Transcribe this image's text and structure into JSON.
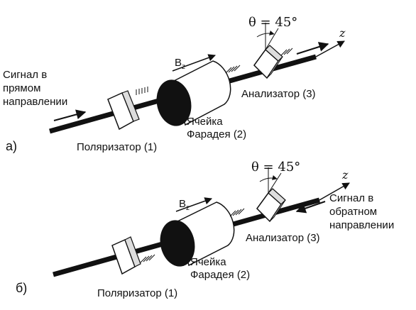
{
  "panel_a": {
    "panel_label": "а)",
    "signal_label": [
      "Сигнал в",
      "прямом",
      "направлении"
    ],
    "polarizer_label": "Поляризатор (1)",
    "faraday_label": [
      "Ячейка",
      "Фарадея (2)"
    ],
    "analyzer_label": "Анализатор (3)",
    "field_label": "B",
    "field_subscript": "z",
    "angle_label": "θ = 45°",
    "axis_label": "z"
  },
  "panel_b": {
    "panel_label": "б)",
    "signal_label": [
      "Сигнал в",
      "обратном",
      "направлении"
    ],
    "polarizer_label": "Поляризатор (1)",
    "faraday_label": [
      "Ячейка",
      "Фарадея (2)"
    ],
    "analyzer_label": "Анализатор (3)",
    "field_label": "B",
    "field_subscript": "z",
    "angle_label": "θ = 45°",
    "axis_label": "z"
  }
}
